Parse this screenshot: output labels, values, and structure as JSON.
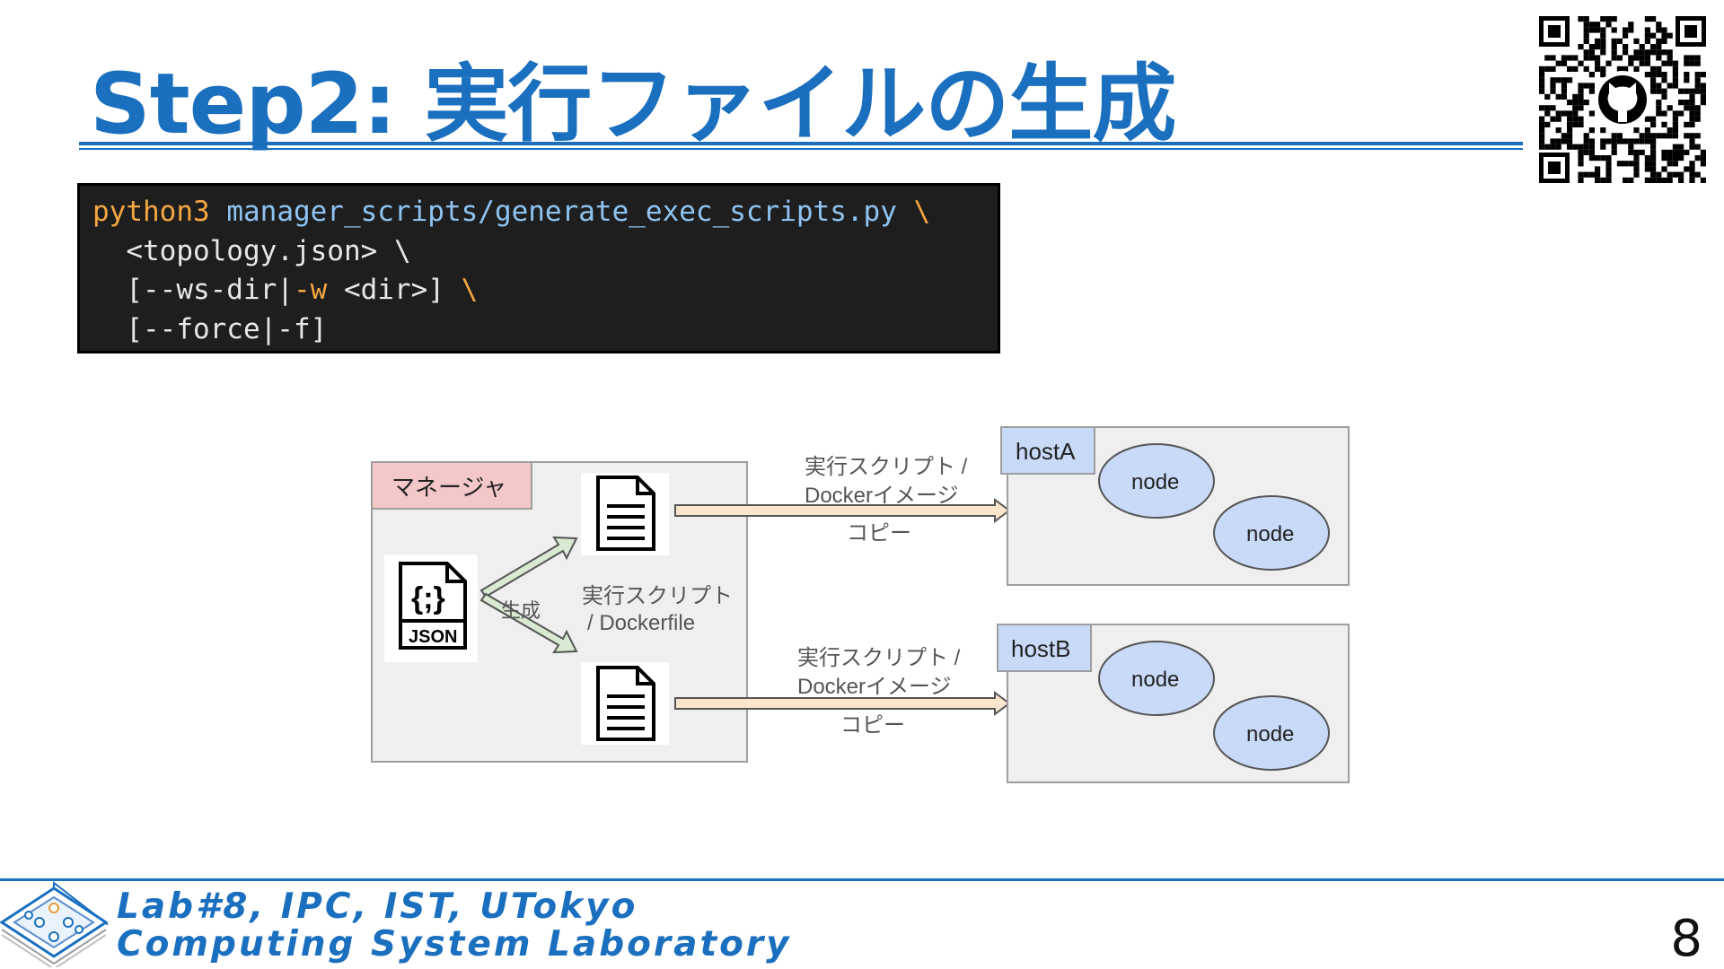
{
  "slide": {
    "title": "Step2: 実行ファイルの生成",
    "page_number": "8"
  },
  "code": {
    "line1": {
      "cmd": "python3",
      "script": "manager_scripts/generate_exec_scripts.py",
      "cont": "\\"
    },
    "line2": {
      "text": "<topology.json> \\"
    },
    "line3": {
      "pre": "[--ws-dir|",
      "opt": "-w",
      "mid": " <dir>]",
      "cont": "\\"
    },
    "line4": {
      "text": "[--force|-f]"
    }
  },
  "diagram": {
    "manager_label": "マネージャ",
    "json_icon_label": "JSON",
    "json_icon_glyph": "{;}",
    "generate_label": "生成",
    "scripts_label_1": "実行スクリプト",
    "scripts_label_2": "/ Dockerfile",
    "copy_top_1": "実行スクリプト /",
    "copy_top_2": "Dockerイメージ",
    "copy_top_3": "コピー",
    "copy_bottom_1": "実行スクリプト /",
    "copy_bottom_2": "Dockerイメージ",
    "copy_bottom_3": "コピー",
    "hostA_label": "hostA",
    "hostB_label": "hostB",
    "node_label": "node"
  },
  "footer": {
    "line1": "Lab#8, IPC, IST, UTokyo",
    "line2": "Computing System Laboratory"
  },
  "colors": {
    "accent": "#1a6fbf",
    "manager_label_bg": "#f4c7c9",
    "host_label_bg": "#c9daf8",
    "node_fill": "#c9daf8",
    "box_fill": "#efefef",
    "arrow_green": "#d9ead3",
    "arrow_orange": "#fce5cd"
  }
}
